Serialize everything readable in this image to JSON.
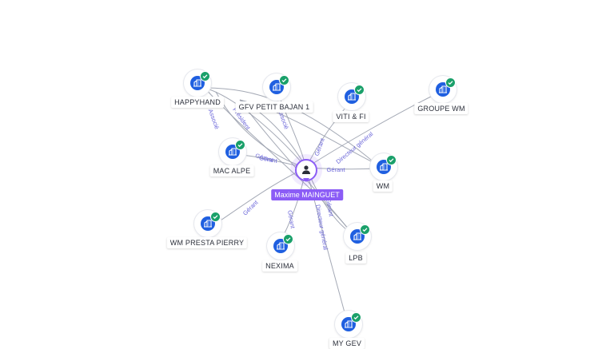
{
  "center": {
    "name": "Maxime MAINGUET",
    "icon": "person-icon"
  },
  "colors": {
    "person": "#8b5cf6",
    "company": "#1f5fe0",
    "verified": "#1aa06a",
    "edge_label": "#6b66d9"
  },
  "companies": [
    {
      "id": "happyhand",
      "label": "HAPPYHAND"
    },
    {
      "id": "gfv-petit-bajan",
      "label": "GFV PETIT BAJAN 1"
    },
    {
      "id": "viti-fi",
      "label": "VITI & FI"
    },
    {
      "id": "groupe-wm",
      "label": "GROUPE WM"
    },
    {
      "id": "mac-alpe",
      "label": "MAC ALPE"
    },
    {
      "id": "wm",
      "label": "WM"
    },
    {
      "id": "wm-presta-pierry",
      "label": "WM PRESTA PIERRY"
    },
    {
      "id": "nexima",
      "label": "NEXIMA"
    },
    {
      "id": "lpb",
      "label": "LPB"
    },
    {
      "id": "my-gev",
      "label": "MY GEV"
    }
  ],
  "relations": [
    "Associé",
    "Président",
    "Gérant",
    "Associé",
    "Gérant",
    "Gérant",
    "Directeur général",
    "Gérant",
    "Gérant",
    "Gérant",
    "Gérant",
    "Directeur général"
  ]
}
